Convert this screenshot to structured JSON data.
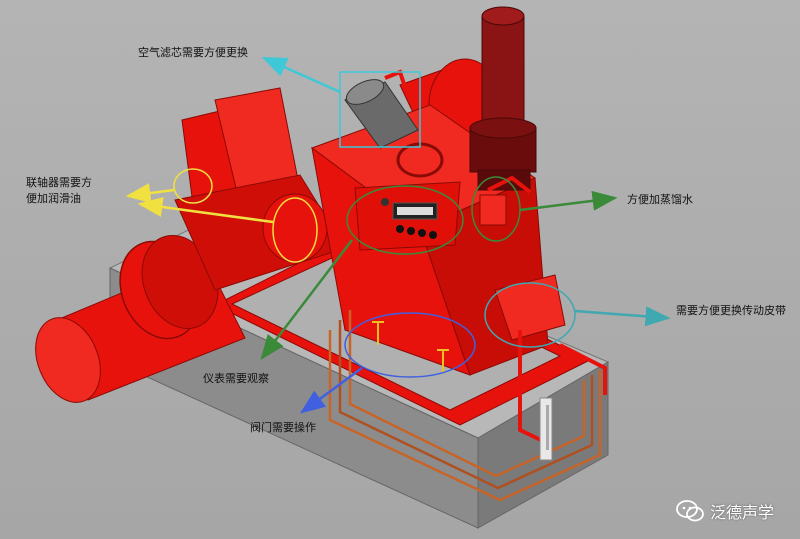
{
  "callouts": {
    "air_filter": "空气滤芯需要方便更换",
    "coupling_line1": "联轴器需要方",
    "coupling_line2": "便加润滑油",
    "distilled_water": "方便加蒸馏水",
    "belt": "需要方便更换传动皮带",
    "gauge": "仪表需要观察",
    "valve": "阀门需要操作"
  },
  "watermark": {
    "text": "泛德声学",
    "icon": "wechat-icon"
  },
  "colors": {
    "engine_red": "#e8120c",
    "exhaust_dark_red": "#7a1010",
    "base_gray": "#8a8a8a",
    "marker_cyan": "#3ec8d8",
    "marker_yellow": "#f0e040",
    "marker_green": "#3a8a3a",
    "marker_blue": "#4060e0",
    "marker_teal": "#40a8b0"
  }
}
